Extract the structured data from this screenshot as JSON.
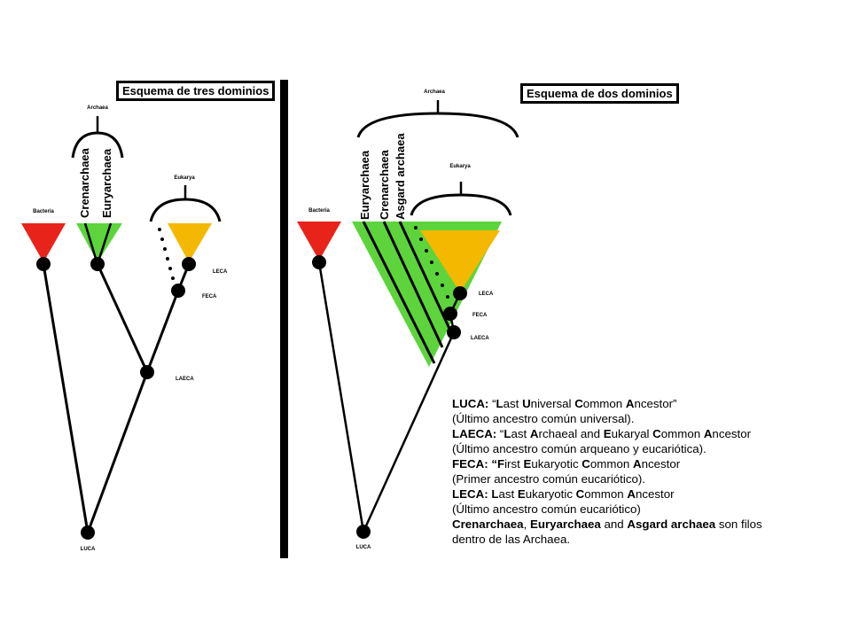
{
  "titles": {
    "three_domains": "Esquema de tres dominios",
    "two_domains": "Esquema de dos dominios"
  },
  "left": {
    "archaea": "Archaea",
    "eukarya": "Eukarya",
    "bacteria": "Bacteria",
    "crenarchaea": "Crenarchaea",
    "euryarchaea": "Euryarchaea",
    "leca": "LECA",
    "feca": "FECA",
    "laeca": "LAECA",
    "luca": "LUCA"
  },
  "right": {
    "archaea": "Archaea",
    "eukarya": "Eukarya",
    "bacteria": "Bacteria",
    "euryarchaea": "Euryarchaea",
    "crenarchaea": "Crenarchaea",
    "asgard": "Asgard archaea",
    "leca": "LECA",
    "feca": "FECA",
    "laeca": "LAECA",
    "luca": "LUCA"
  },
  "legend": {
    "luca": {
      "b1": "LUCA: ",
      "t1": "“",
      "b2": "L",
      "t2": "ast ",
      "b3": "U",
      "t3": "niversal ",
      "b4": "C",
      "t4": "ommon ",
      "b5": "A",
      "t5": "ncestor”"
    },
    "luca_es": "(Último ancestro común universal).",
    "laeca": {
      "b1": "LAECA: ",
      "t1": "“",
      "b2": "L",
      "t2": "ast ",
      "b3": "A",
      "t3": "rchaeal and ",
      "b4": "E",
      "t4": "ukaryal ",
      "b5": "C",
      "t5": "ommon ",
      "b6": "A",
      "t6": "ncestor"
    },
    "laeca_es": "(Último ancestro común arqueano y eucariótica).",
    "feca": {
      "b1": "FECA: “",
      "b2": "F",
      "t2": "irst ",
      "b3": "E",
      "t3": "ukaryotic ",
      "b4": "C",
      "t4": "ommon ",
      "b5": "A",
      "t5": "ncestor"
    },
    "feca_es": "(Primer ancestro común eucariótico).",
    "leca": {
      "b1": "LECA: ",
      "b2": "L",
      "t2": "ast ",
      "b3": "E",
      "t3": "ukaryotic ",
      "b4": "C",
      "t4": "ommon ",
      "b5": "A",
      "t5": "ncestor"
    },
    "leca_es": "(Último ancestro común eucariótico)",
    "filos": {
      "b1": "Crenarchaea",
      "t1": ", ",
      "b2": "Euryarchaea",
      "t2": " and ",
      "b3": "Asgard archaea",
      "t3": " son filos"
    },
    "filos_2": "dentro de las Archaea."
  },
  "colors": {
    "bacteria": "#e8241a",
    "archaea": "#5dd43c",
    "eukarya": "#f5b800",
    "line": "#000000"
  }
}
